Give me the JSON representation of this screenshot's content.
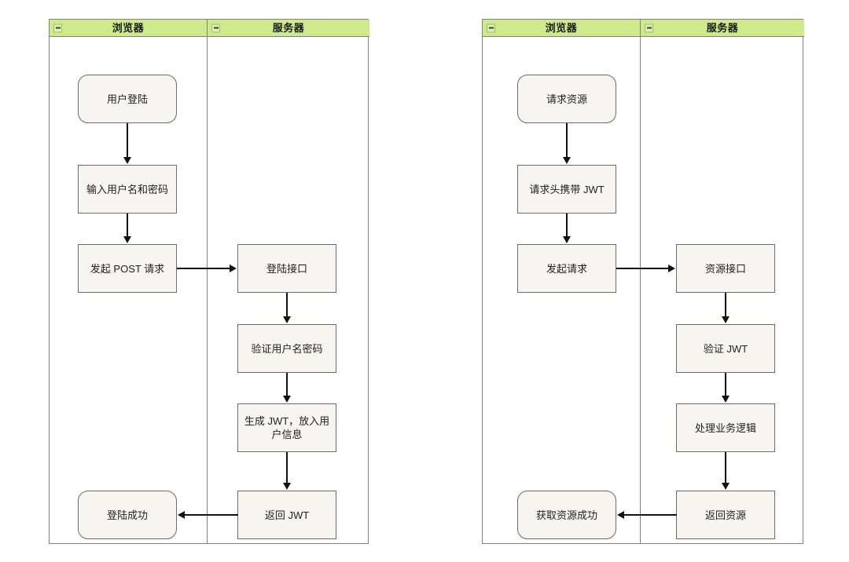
{
  "colors": {
    "lane_header_bg": "#cdeb8b",
    "node_fill": "#f6f5ef",
    "node_stroke": "#6b6b6b",
    "pool_stroke": "#808080",
    "edge": "#111111"
  },
  "diagrams": [
    {
      "id": "login-flow",
      "lanes": [
        {
          "id": "browser",
          "title": "浏览器",
          "icon": "collapse-minus-icon"
        },
        {
          "id": "server",
          "title": "服务器",
          "icon": "collapse-minus-icon"
        }
      ],
      "nodes": [
        {
          "id": "n1",
          "lane": "browser",
          "shape": "rounded",
          "label": "用户登陆"
        },
        {
          "id": "n2",
          "lane": "browser",
          "shape": "rect",
          "label": "输入用户名和密码"
        },
        {
          "id": "n3",
          "lane": "browser",
          "shape": "rect",
          "label": "发起 POST 请求"
        },
        {
          "id": "n4",
          "lane": "server",
          "shape": "rect",
          "label": "登陆接口"
        },
        {
          "id": "n5",
          "lane": "server",
          "shape": "rect",
          "label": "验证用户名密码"
        },
        {
          "id": "n6",
          "lane": "server",
          "shape": "rect",
          "label": "生成 JWT，放入用户信息"
        },
        {
          "id": "n7",
          "lane": "server",
          "shape": "rect",
          "label": "返回 JWT"
        },
        {
          "id": "n8",
          "lane": "browser",
          "shape": "rounded",
          "label": "登陆成功"
        }
      ],
      "edges": [
        {
          "from": "n1",
          "to": "n2",
          "dir": "down"
        },
        {
          "from": "n2",
          "to": "n3",
          "dir": "down"
        },
        {
          "from": "n3",
          "to": "n4",
          "dir": "right"
        },
        {
          "from": "n4",
          "to": "n5",
          "dir": "down"
        },
        {
          "from": "n5",
          "to": "n6",
          "dir": "down"
        },
        {
          "from": "n6",
          "to": "n7",
          "dir": "down"
        },
        {
          "from": "n7",
          "to": "n8",
          "dir": "left"
        }
      ]
    },
    {
      "id": "resource-flow",
      "lanes": [
        {
          "id": "browser",
          "title": "浏览器",
          "icon": "collapse-minus-icon"
        },
        {
          "id": "server",
          "title": "服务器",
          "icon": "collapse-minus-icon"
        }
      ],
      "nodes": [
        {
          "id": "m1",
          "lane": "browser",
          "shape": "rounded",
          "label": "请求资源"
        },
        {
          "id": "m2",
          "lane": "browser",
          "shape": "rect",
          "label": "请求头携带 JWT"
        },
        {
          "id": "m3",
          "lane": "browser",
          "shape": "rect",
          "label": "发起请求"
        },
        {
          "id": "m4",
          "lane": "server",
          "shape": "rect",
          "label": "资源接口"
        },
        {
          "id": "m5",
          "lane": "server",
          "shape": "rect",
          "label": "验证 JWT"
        },
        {
          "id": "m6",
          "lane": "server",
          "shape": "rect",
          "label": "处理业务逻辑"
        },
        {
          "id": "m7",
          "lane": "server",
          "shape": "rect",
          "label": "返回资源"
        },
        {
          "id": "m8",
          "lane": "browser",
          "shape": "rounded",
          "label": "获取资源成功"
        }
      ],
      "edges": [
        {
          "from": "m1",
          "to": "m2",
          "dir": "down"
        },
        {
          "from": "m2",
          "to": "m3",
          "dir": "down"
        },
        {
          "from": "m3",
          "to": "m4",
          "dir": "right"
        },
        {
          "from": "m4",
          "to": "m5",
          "dir": "down"
        },
        {
          "from": "m5",
          "to": "m6",
          "dir": "down"
        },
        {
          "from": "m6",
          "to": "m7",
          "dir": "down"
        },
        {
          "from": "m7",
          "to": "m8",
          "dir": "left"
        }
      ]
    }
  ]
}
